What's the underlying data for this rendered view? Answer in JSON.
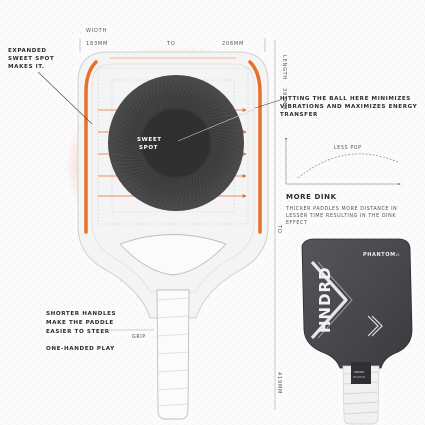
{
  "dimensions": {
    "width_label": "WIDTH",
    "width_min": "183MM",
    "width_to": "TO",
    "width_max": "206MM",
    "length_label": "LENGTH",
    "length_min": "393MM",
    "length_to": "TO",
    "length_max": "419MM"
  },
  "annotations": {
    "expanded_sweet_spot": [
      "EXPANDED",
      "SWEET SPOT",
      "MAKES IT."
    ],
    "sweet_spot": [
      "SWEET",
      "SPOT"
    ],
    "hitting_ball": [
      "HITTING THE BALL HERE MINIMIZES",
      "VIBRATIONS AND MAXIMIZES ENERGY",
      "TRANSFER"
    ],
    "less_pop": "LESS POP",
    "more_dink_title": "MORE DINK",
    "more_dink_body": [
      "THICKER PADDLES MORE DISTANCE IN",
      "LESSER TIME RESULTING IN THE DINK",
      "EFFECT"
    ],
    "shorter_handles": [
      "SHORTER HANDLES",
      "MAKE THE PADDLE",
      "EASIER TO STEER"
    ],
    "grip": "GRIP",
    "one_handed": "ONE-HANDED PLAY"
  },
  "product": {
    "brand": "HNDRD",
    "model": "PHANTOM",
    "model_suffix": "16",
    "logo_text": [
      "HNDRD",
      "PHANTOM"
    ]
  },
  "colors": {
    "accent_orange": "#e8702a",
    "paddle_face": "#3a3a3a",
    "product_face": "#47484c",
    "grid": "#dcdcdc"
  }
}
